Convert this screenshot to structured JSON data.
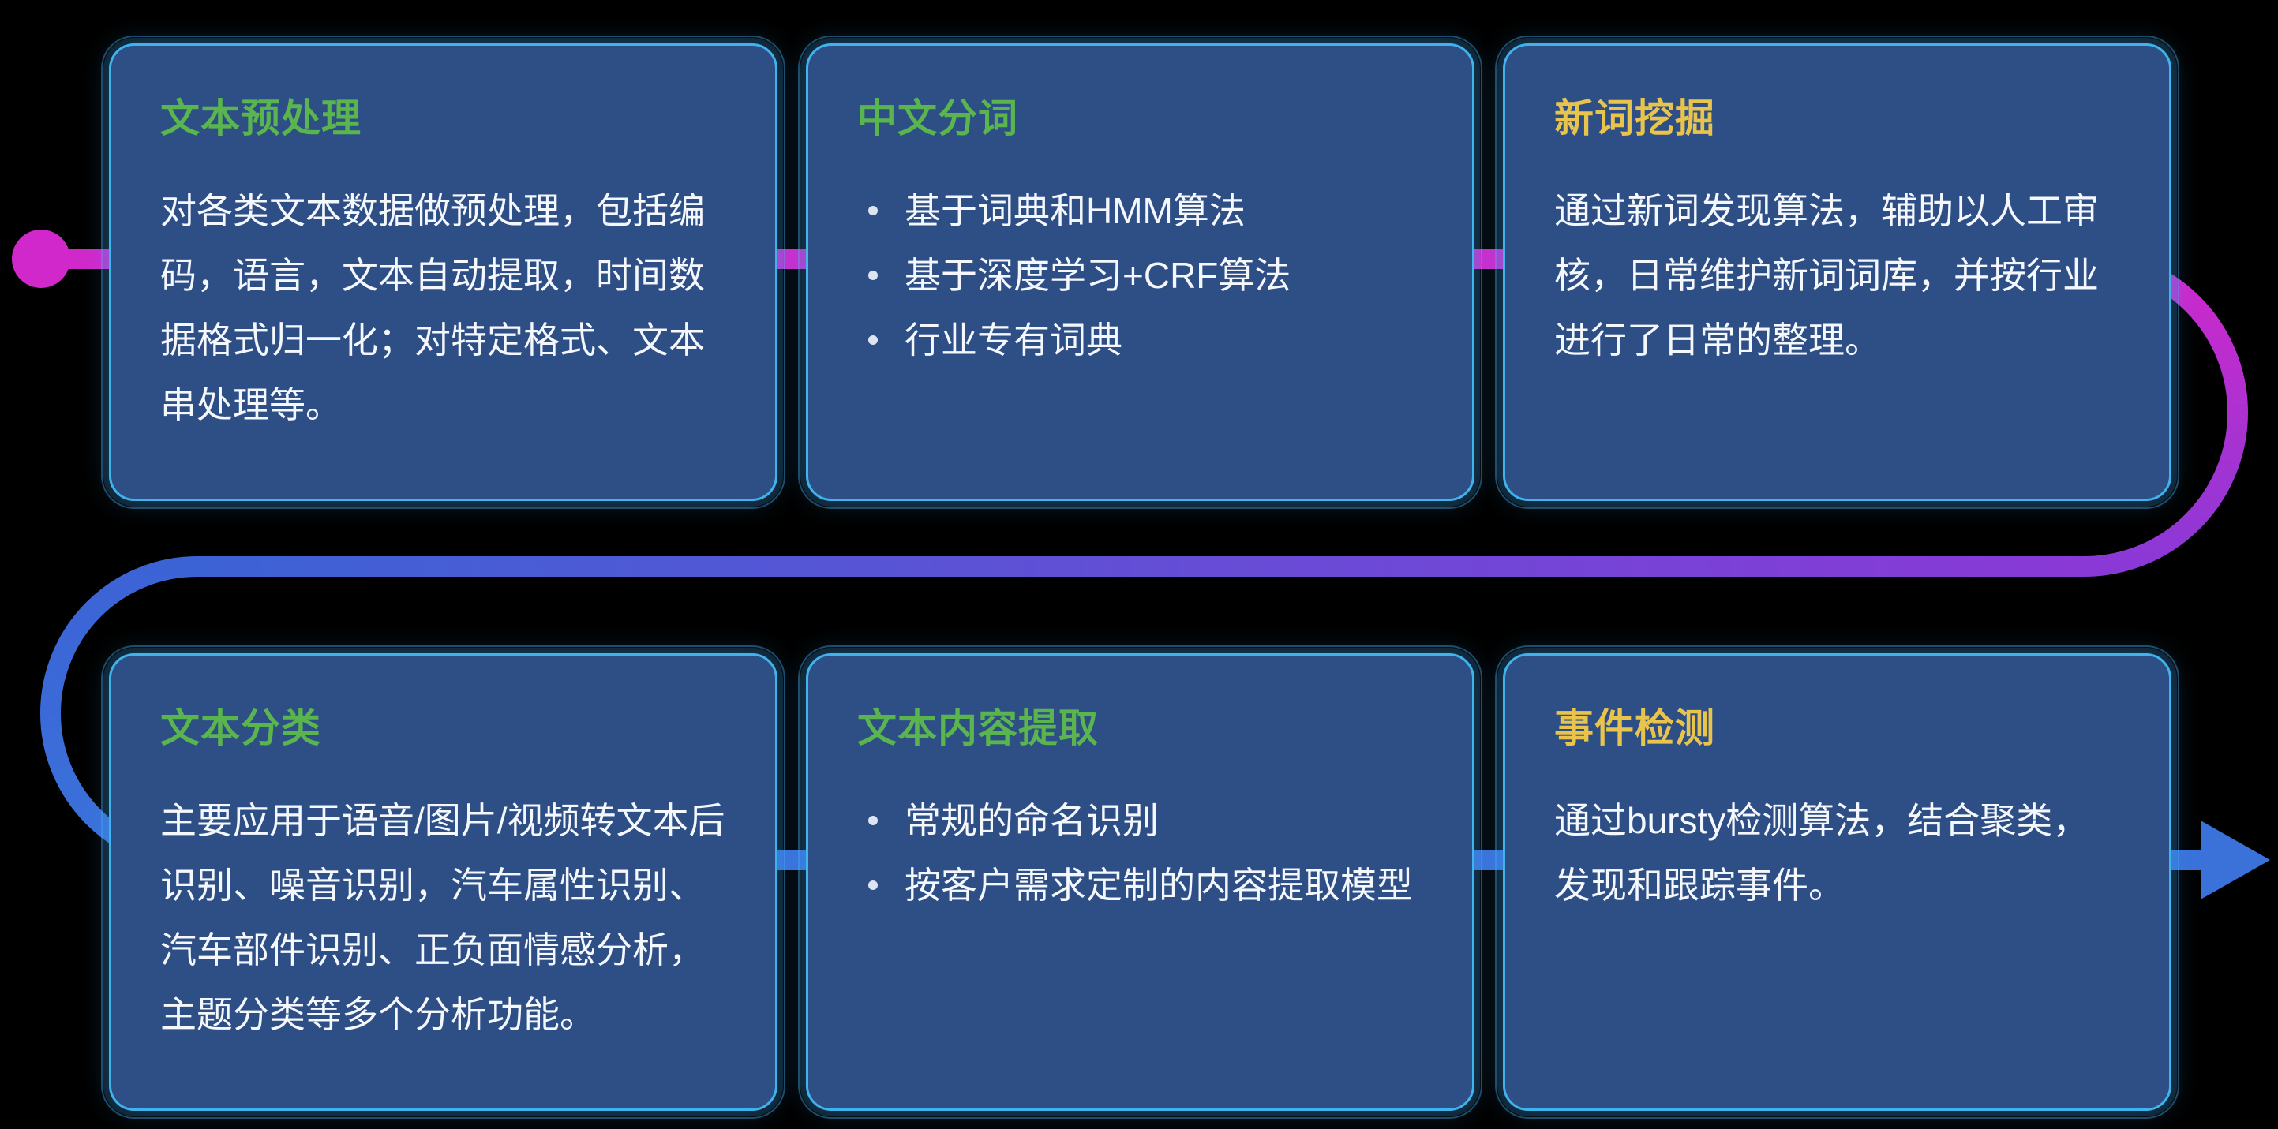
{
  "colors": {
    "background": "#000000",
    "card_bg": "#2e4e86",
    "card_border": "#41b3ec",
    "body_text": "#f4f7fc",
    "title_green": "#5ab54e",
    "title_yellow": "#e8c44c",
    "line_magenta": "#d128cb",
    "line_purple": "#8a39d6",
    "line_blue_mid": "#3c63d6",
    "line_blue": "#3a72da"
  },
  "cards": [
    {
      "title": "文本预处理",
      "title_color": "#5ab54e",
      "body": "对各类文本数据做预处理，包括编码，语言，文本自动提取，时间数据格式归一化；对特定格式、文本串处理等。"
    },
    {
      "title": "中文分词",
      "title_color": "#5ab54e",
      "bullets": [
        "基于词典和HMM算法",
        "基于深度学习+CRF算法",
        "行业专有词典"
      ]
    },
    {
      "title": "新词挖掘",
      "title_color": "#e8c44c",
      "body": "通过新词发现算法，辅助以人工审核，日常维护新词词库，并按行业进行了日常的整理。"
    },
    {
      "title": "文本分类",
      "title_color": "#5ab54e",
      "body": "主要应用于语音/图片/视频转文本后识别、噪音识别，汽车属性识别、汽车部件识别、正负面情感分析，主题分类等多个分析功能。"
    },
    {
      "title": "文本内容提取",
      "title_color": "#5ab54e",
      "bullets": [
        "常规的命名识别",
        "按客户需求定制的内容提取模型"
      ]
    },
    {
      "title": "事件检测",
      "title_color": "#e8c44c",
      "body": "通过bursty检测算法，结合聚类，发现和跟踪事件。"
    }
  ]
}
